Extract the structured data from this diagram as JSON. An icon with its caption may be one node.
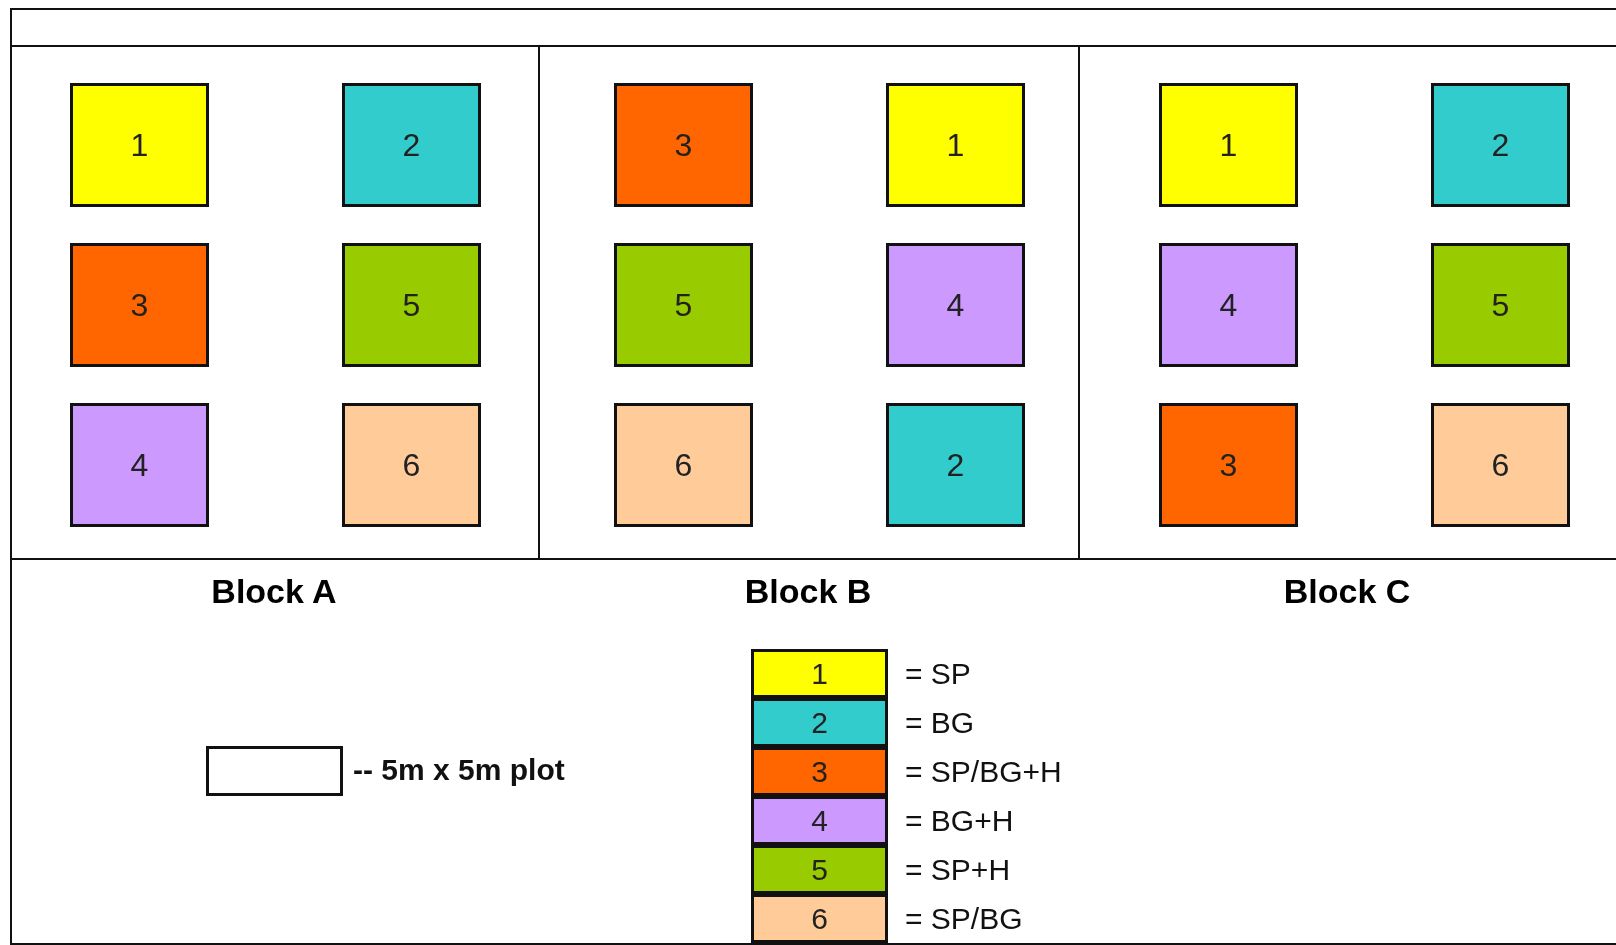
{
  "diagram": {
    "nodes": [
      {
        "text": [
          "Block A"
        ]
      },
      {
        "text": [
          "1"
        ],
        "in": 0
      },
      {
        "text": [
          "2"
        ],
        "in": 0
      },
      {
        "text": [
          "3"
        ],
        "in": 0
      },
      {
        "text": [
          "5"
        ],
        "in": 0
      },
      {
        "text": [
          "4"
        ],
        "in": 0
      },
      {
        "text": [
          "6"
        ],
        "in": 0
      },
      {
        "text": [
          "Block B"
        ]
      },
      {
        "text": [
          "3"
        ],
        "in": 7
      },
      {
        "text": [
          "1"
        ],
        "in": 7
      },
      {
        "text": [
          "5"
        ],
        "in": 7
      },
      {
        "text": [
          "4"
        ],
        "in": 7
      },
      {
        "text": [
          "6"
        ],
        "in": 7
      },
      {
        "text": [
          "2"
        ],
        "in": 7
      },
      {
        "text": [
          "Block C"
        ]
      },
      {
        "text": [
          "1"
        ],
        "in": 14
      },
      {
        "text": [
          "2"
        ],
        "in": 14
      },
      {
        "text": [
          "4"
        ],
        "in": 14
      },
      {
        "text": [
          "5"
        ],
        "in": 14
      },
      {
        "text": [
          "3"
        ],
        "in": 14
      },
      {
        "text": [
          "6"
        ],
        "in": 14
      },
      {
        "text": [],
        "shape": "box",
        "beside": [
          "-- 5m x 5m plot"
        ]
      }
    ],
    "labels": [
      "1",
      "2",
      "3",
      "4",
      "5",
      "6"
    ],
    "legend": [
      {
        "text": "= SP",
        "color": "#ffff00"
      },
      {
        "text": "= BG",
        "color": "#33cccc"
      },
      {
        "text": "= SP/BG+H",
        "color": "#ff6600"
      },
      {
        "text": "= BG+H",
        "color": "#cc99ff"
      },
      {
        "text": "= SP+H",
        "color": "#99cc00"
      },
      {
        "text": "= SP/BG",
        "color": "#ffcc99"
      }
    ]
  }
}
